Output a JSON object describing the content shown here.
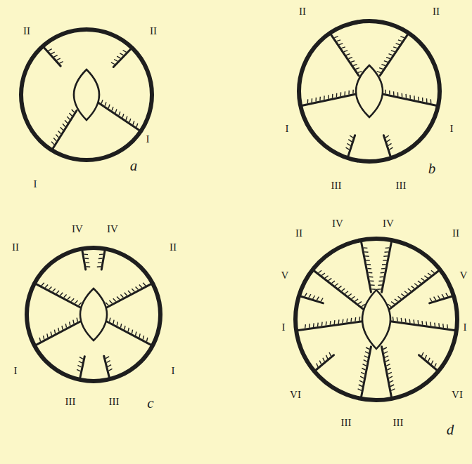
{
  "diagram": {
    "labels": [
      "II",
      "II",
      "I",
      "I",
      "a",
      "II",
      "II",
      "I",
      "I",
      "III",
      "III",
      "b",
      "IV",
      "IV",
      "II",
      "II",
      "I",
      "I",
      "III",
      "III",
      "c",
      "IV",
      "IV",
      "II",
      "II",
      "V",
      "V",
      "I",
      "I",
      "VI",
      "VI",
      "III",
      "III",
      "d"
    ]
  }
}
